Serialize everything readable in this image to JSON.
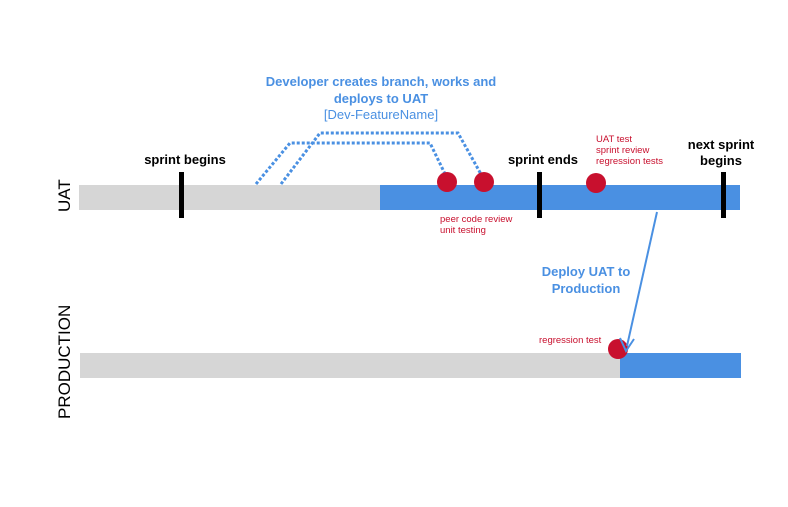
{
  "rows": {
    "uat": "UAT",
    "production": "PRODUCTION"
  },
  "markers": {
    "sprint_begins": "sprint begins",
    "sprint_ends": "sprint ends",
    "next_sprint_line1": "next sprint",
    "next_sprint_line2": "begins"
  },
  "annotations": {
    "developer_line1": "Developer creates branch, works and",
    "developer_line2": "deploys to UAT",
    "dev_feature_name": "[Dev-FeatureName]",
    "peer_review": "peer code review",
    "unit_testing": "unit testing",
    "uat_test": "UAT test",
    "sprint_review": "sprint review",
    "regression_tests": "regression tests",
    "deploy_line1": "Deploy UAT to",
    "deploy_line2": "Production",
    "regression_test": "regression test"
  },
  "colors": {
    "track_gray": "#d6d6d6",
    "track_blue": "#4a90e2",
    "dot_red": "#c8102e",
    "marker_black": "#000000"
  }
}
